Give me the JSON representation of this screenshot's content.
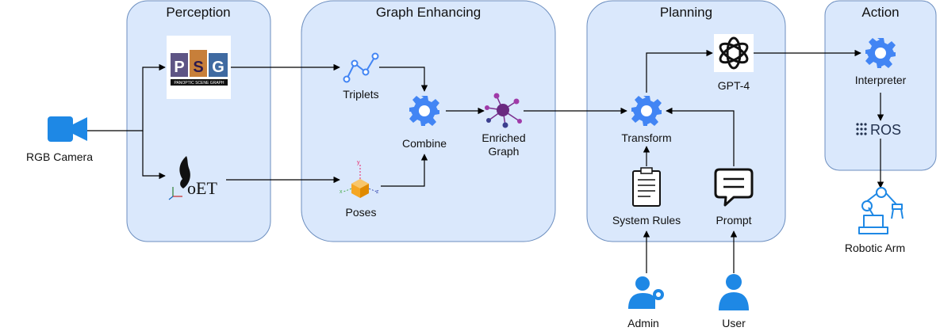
{
  "panels": {
    "perception": "Perception",
    "graph_enhancing": "Graph Enhancing",
    "planning": "Planning",
    "action": "Action"
  },
  "nodes": {
    "rgb_camera": "RGB Camera",
    "triplets": "Triplets",
    "poses": "Poses",
    "combine": "Combine",
    "enriched_graph_line1": "Enriched",
    "enriched_graph_line2": "Graph",
    "gpt4": "GPT-4",
    "transform": "Transform",
    "system_rules": "System Rules",
    "prompt": "Prompt",
    "admin": "Admin",
    "user": "User",
    "interpreter": "Interpreter",
    "ros": "ROS",
    "robotic_arm": "Robotic Arm"
  },
  "logos": {
    "psg_letters": [
      "P",
      "S",
      "G"
    ],
    "psg_caption": "PANOPTIC SCENE GRAPH",
    "foundation_pose": "oET"
  },
  "colors": {
    "panel_fill": "#dae8fc",
    "panel_stroke": "#6c8ebf",
    "icon_blue": "#4285f4",
    "graph_purple": "#7b2f8f",
    "user_blue": "#1e88e5"
  }
}
